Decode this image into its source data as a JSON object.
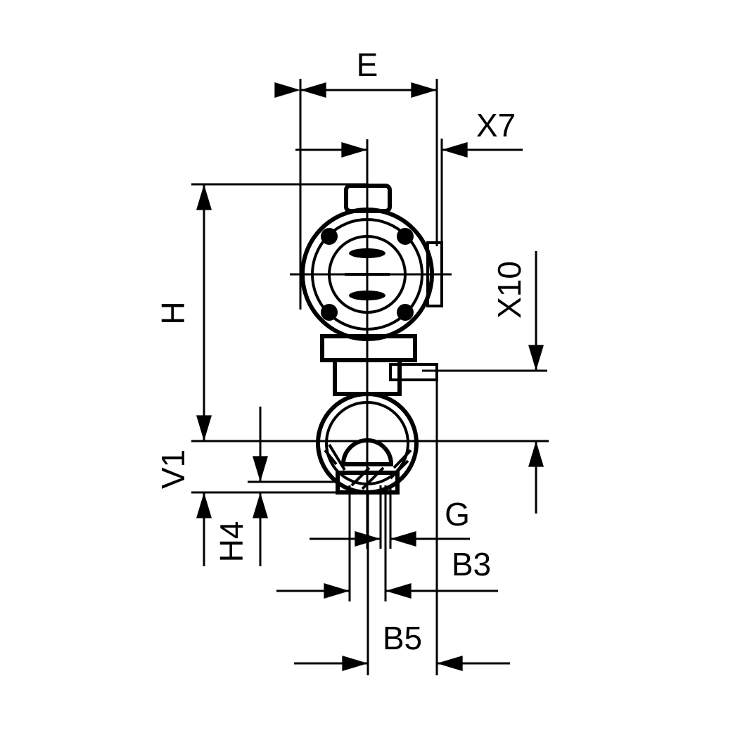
{
  "drawing": {
    "dimensions": {
      "E": "E",
      "X7": "X7",
      "H": "H",
      "X10": "X10",
      "V1": "V1",
      "H4": "H4",
      "G": "G",
      "B3": "B3",
      "B5": "B5"
    },
    "colors": {
      "line": "#000000",
      "background": "#ffffff"
    }
  }
}
